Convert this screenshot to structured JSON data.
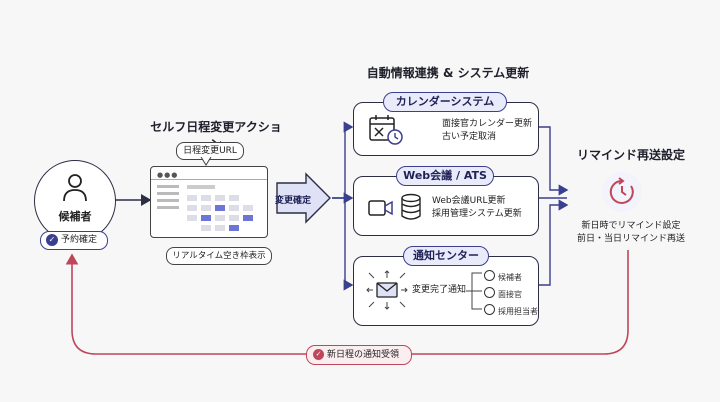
{
  "candidate": {
    "label": "候補者",
    "badge": "予約確定"
  },
  "self_action": {
    "title": "セルフ日程変更アクション",
    "url_label": "日程変更URL",
    "slots_label": "リアルタイム空き枠表示"
  },
  "arrow_label": "変更確定",
  "sync": {
    "title": "自動情報連携 & システム更新",
    "calendar": {
      "header": "カレンダーシステム",
      "lines": [
        "面接官カレンダー更新",
        "古い予定取消"
      ]
    },
    "web": {
      "header": "Web会議 / ATS",
      "lines": [
        "Web会議URL更新",
        "採用管理システム更新"
      ]
    },
    "notify": {
      "header": "通知センター",
      "label": "変更完了通知",
      "recipients": [
        "候補者",
        "面接官",
        "採用担当者"
      ]
    }
  },
  "reminder": {
    "title": "リマインド再送設定",
    "lines": [
      "新日時でリマインド設定",
      "前日・当日リマインド再送"
    ]
  },
  "feedback_label": "新日程の通知受領",
  "colors": {
    "accent": "#3b3f8f",
    "pill_bg": "#e9ebfb",
    "feedback": "#c0475a",
    "feedback_bg": "#fbeef0"
  }
}
